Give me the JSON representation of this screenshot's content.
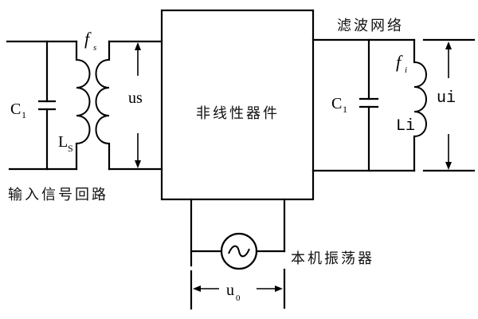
{
  "diagram": {
    "title": "Mixer circuit (superheterodyne frequency conversion)",
    "labels": {
      "input_circuit": "输入信号回路",
      "nonlinear_device": "非线性器件",
      "filter_network": "滤波网络",
      "local_oscillator": "本机振荡器",
      "input_capacitor": {
        "main": "C",
        "sub": "1"
      },
      "input_inductor": {
        "main": "L",
        "sub": "S"
      },
      "input_freq": {
        "main": "f",
        "sub": "s"
      },
      "input_voltage": "us",
      "filter_capacitor": {
        "main": "C",
        "sub": "1"
      },
      "filter_inductor": "Li",
      "filter_freq": {
        "main": "f",
        "sub": "i"
      },
      "output_voltage": "ui",
      "osc_voltage": {
        "main": "u",
        "sub": "0"
      },
      "osc_symbol": "~"
    },
    "colors": {
      "line": "#000000",
      "background": "#ffffff"
    }
  }
}
